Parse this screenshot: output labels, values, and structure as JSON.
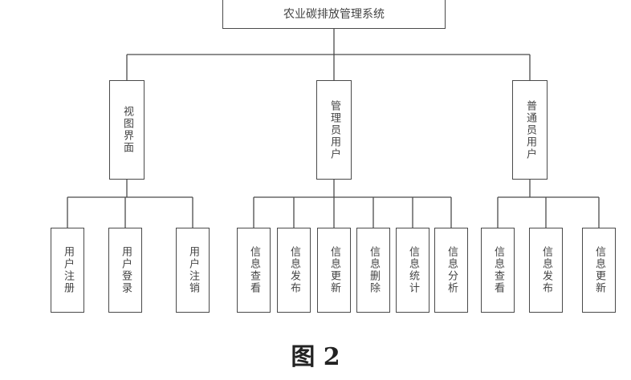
{
  "root": {
    "label": "农业碳排放管理系统"
  },
  "modules": [
    {
      "label": "视图界面",
      "children": [
        "用户注册",
        "用户登录",
        "用户注销"
      ]
    },
    {
      "label": "管理员用户",
      "children": [
        "信息查看",
        "信息发布",
        "信息更新",
        "信息删除",
        "信息统计",
        "信息分析"
      ]
    },
    {
      "label": "普通员用户",
      "children": [
        "信息查看",
        "信息发布",
        "信息更新"
      ]
    }
  ],
  "caption": "图 2"
}
